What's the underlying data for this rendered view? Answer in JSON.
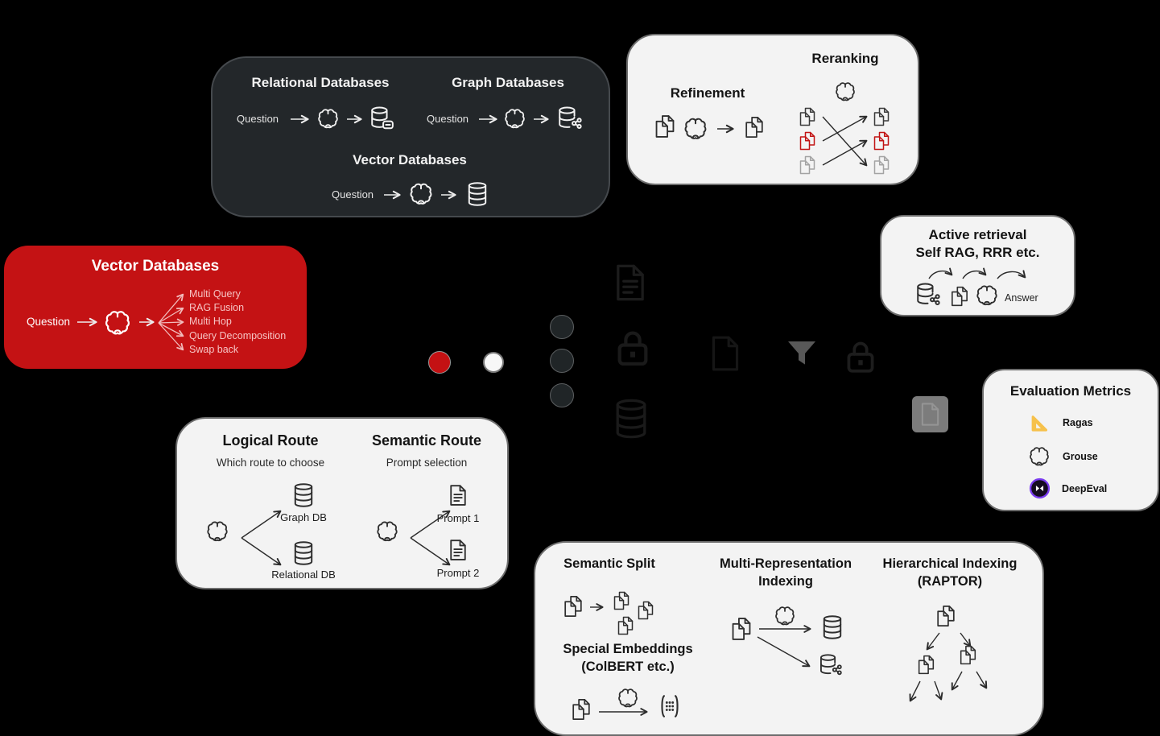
{
  "title": "RAG techniques overview diagram",
  "colors": {
    "background": "#000000",
    "dark_box_bg": "#23272a",
    "white_box_bg": "#f3f3f3",
    "box_border": "#6d6d6d",
    "accent_red": "#c41214",
    "rerank_doc_red": "#c21414",
    "rerank_doc_gray": "#a3a3a3",
    "ragas_yellow": "#f6c14b",
    "deepeval_purple": "#7a3bf0"
  },
  "icons": [
    "brain-icon",
    "database-icon",
    "database-stack-icon",
    "database-minus-icon",
    "database-graph-icon",
    "documents-icon",
    "document-icon",
    "document-lines-icon",
    "matrix-icon",
    "funnel-icon",
    "lock-icon",
    "triangle-ruler-icon",
    "deepeval-logo-icon"
  ],
  "boxes": {
    "databases": {
      "relational_title": "Relational Databases",
      "graph_title": "Graph Databases",
      "vector_title": "Vector Databases",
      "question": "Question"
    },
    "refine_rerank": {
      "refinement_title": "Refinement",
      "reranking_title": "Reranking"
    },
    "vector_queries": {
      "title": "Vector Databases",
      "question": "Question",
      "techniques": [
        "Multi Query",
        "RAG Fusion",
        "Multi Hop",
        "Query Decomposition",
        "Swap back"
      ]
    },
    "active_retrieval": {
      "title_line1": "Active retrieval",
      "title_line2": "Self RAG, RRR etc.",
      "answer": "Answer"
    },
    "evaluation": {
      "title": "Evaluation Metrics",
      "tools": [
        {
          "name": "Ragas"
        },
        {
          "name": "Grouse"
        },
        {
          "name": "DeepEval"
        }
      ]
    },
    "routing": {
      "logical_title": "Logical Route",
      "logical_subtitle": "Which route to choose",
      "graph_db": "Graph DB",
      "relational_db": "Relational DB",
      "semantic_title": "Semantic Route",
      "semantic_subtitle": "Prompt selection",
      "prompt_1": "Prompt 1",
      "prompt_2": "Prompt 2"
    },
    "indexing": {
      "semantic_split_title": "Semantic Split",
      "special_embeddings_line1": "Special Embeddings",
      "special_embeddings_line2": "(ColBERT etc.)",
      "multi_representation_line1": "Multi-Representation",
      "multi_representation_line2": "Indexing",
      "hierarchical_line1": "Hierarchical Indexing",
      "hierarchical_line2": "(RAPTOR)"
    }
  }
}
